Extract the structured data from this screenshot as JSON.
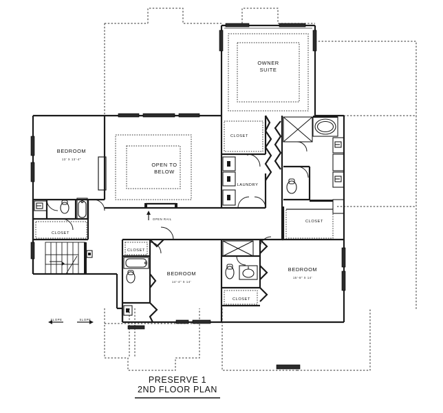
{
  "plan": {
    "title_line1": "PRESERVE 1",
    "title_line2": "2ND FLOOR PLAN",
    "sheet_type": "residential-floor-plan",
    "floor": "2nd",
    "line_color": "#1a1a1a",
    "background_color": "#ffffff"
  },
  "rooms": {
    "owner_suite": {
      "label": "OWNER SUITE",
      "label_line1": "OWNER",
      "label_line2": "SUITE",
      "dimensions": ""
    },
    "bedroom_left": {
      "label": "BEDROOM",
      "dimensions": "13' X 13'-4\""
    },
    "bedroom_center": {
      "label": "BEDROOM",
      "dimensions": "14'-4\" X 14'"
    },
    "bedroom_right": {
      "label": "BEDROOM",
      "dimensions": "15'-8\" X 14'"
    },
    "open_to_below": {
      "label_line1": "OPEN TO",
      "label_line2": "BELOW"
    },
    "laundry": {
      "label": "LAUNDRY"
    },
    "closet_laundry": {
      "label": "CLOSET"
    },
    "closet_owner": {
      "label": "CLOSET"
    },
    "closet_left_hall": {
      "label": "CLOSET"
    },
    "closet_center_bed": {
      "label": "CLOSET"
    },
    "closet_right_bath": {
      "label": "CLOSET"
    }
  },
  "annotations": {
    "open_rail": "OPEN RAIL",
    "open_rail_arrow": "up-arrow-icon",
    "slope_left": "SLOPE",
    "slope_right": "SLOPE",
    "slope_arrow_icon": "slope-arrow-icon"
  },
  "fixtures": {
    "owner_bath_tub": "oval-soaking-tub",
    "owner_bath_shower": "shower-stall-x",
    "owner_bath_toilet": "toilet",
    "owner_bath_vanity_sinks": 2,
    "left_bath_tub": "alcove-tub",
    "left_bath_toilet": "toilet",
    "left_bath_sink": "vanity-sink",
    "center_bath_tub": "alcove-tub",
    "center_bath_toilet": "toilet",
    "right_bath_shower": "shower-stall-x",
    "right_bath_toilet": "toilet",
    "right_bath_sink": "vanity-sink",
    "stairs": "staircase-down",
    "laundry_appliances": 3
  }
}
